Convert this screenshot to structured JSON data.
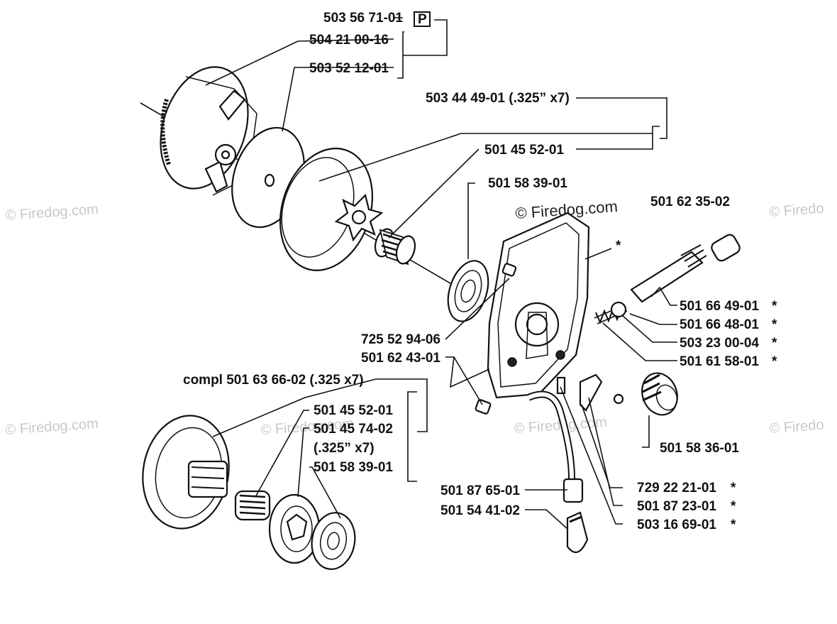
{
  "watermark": "© Firedog.com",
  "watermark_partial": "© Firedo",
  "diagram_code": "501 62 35-02",
  "pro_badge": "P",
  "labels": {
    "l1": "503 56 71-01",
    "l2": "504 21 00-16",
    "l3": "503 52 12-01",
    "l4": "503 44 49-01 (.325” x7)",
    "l5": "501 45 52-01",
    "l6": "501 58 39-01",
    "l7": "501 66 49-01",
    "l8": "501 66 48-01",
    "l9": "503 23 00-04",
    "l10": "501 61 58-01",
    "l11": "725 52 94-06",
    "l12": "501 62 43-01",
    "l13": "compl 501 63 66-02 (.325 x7)",
    "l14": "501 45 52-01",
    "l15": "501 45 74-02",
    "l16": "(.325” x7)",
    "l17": "501 58 39-01",
    "l18": "501 58 36-01",
    "l19": "729 22 21-01",
    "l20": "501 87 65-01",
    "l21": "501 87 23-01",
    "l22": "501 54 41-02",
    "l23": "503 16 69-01",
    "star": "*"
  }
}
